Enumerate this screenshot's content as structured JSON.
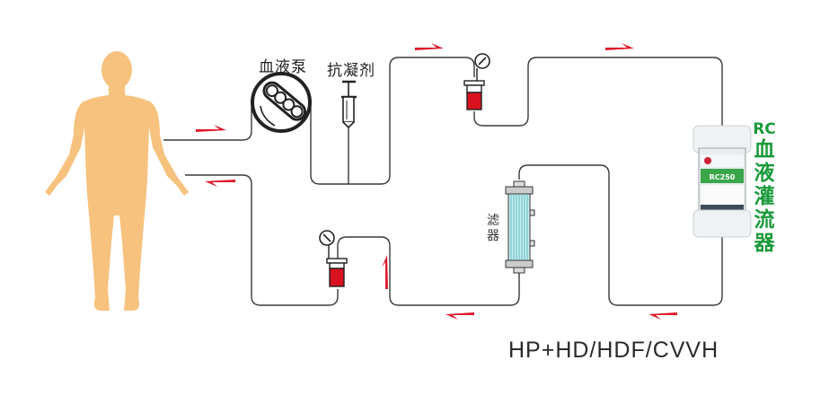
{
  "diagram": {
    "labels": {
      "blood_pump": "血液泵",
      "anticoagulant": "抗凝剂",
      "filter": "滤器",
      "perfusion_brand": "RC",
      "perfusion_name": "血液灌流器",
      "cartridge_label": "RC250",
      "mode_caption": "HP+HD/HDF/CVVH"
    },
    "colors": {
      "tube": "#3a3a3a",
      "arrow": "#e0192a",
      "body": "#f6c27e",
      "blood": "#d8121f",
      "filter_fibers": "#8fd6dc",
      "accent_green": "#1a9a3a"
    },
    "flow_arrows": [
      {
        "id": "out-from-body",
        "direction": "right"
      },
      {
        "id": "return-to-body",
        "direction": "left"
      },
      {
        "id": "top-after-anticoag",
        "direction": "right"
      },
      {
        "id": "top-right",
        "direction": "right"
      },
      {
        "id": "bottom-right",
        "direction": "left"
      },
      {
        "id": "bottom-middle",
        "direction": "left"
      },
      {
        "id": "up-to-chamber",
        "direction": "up"
      }
    ]
  }
}
